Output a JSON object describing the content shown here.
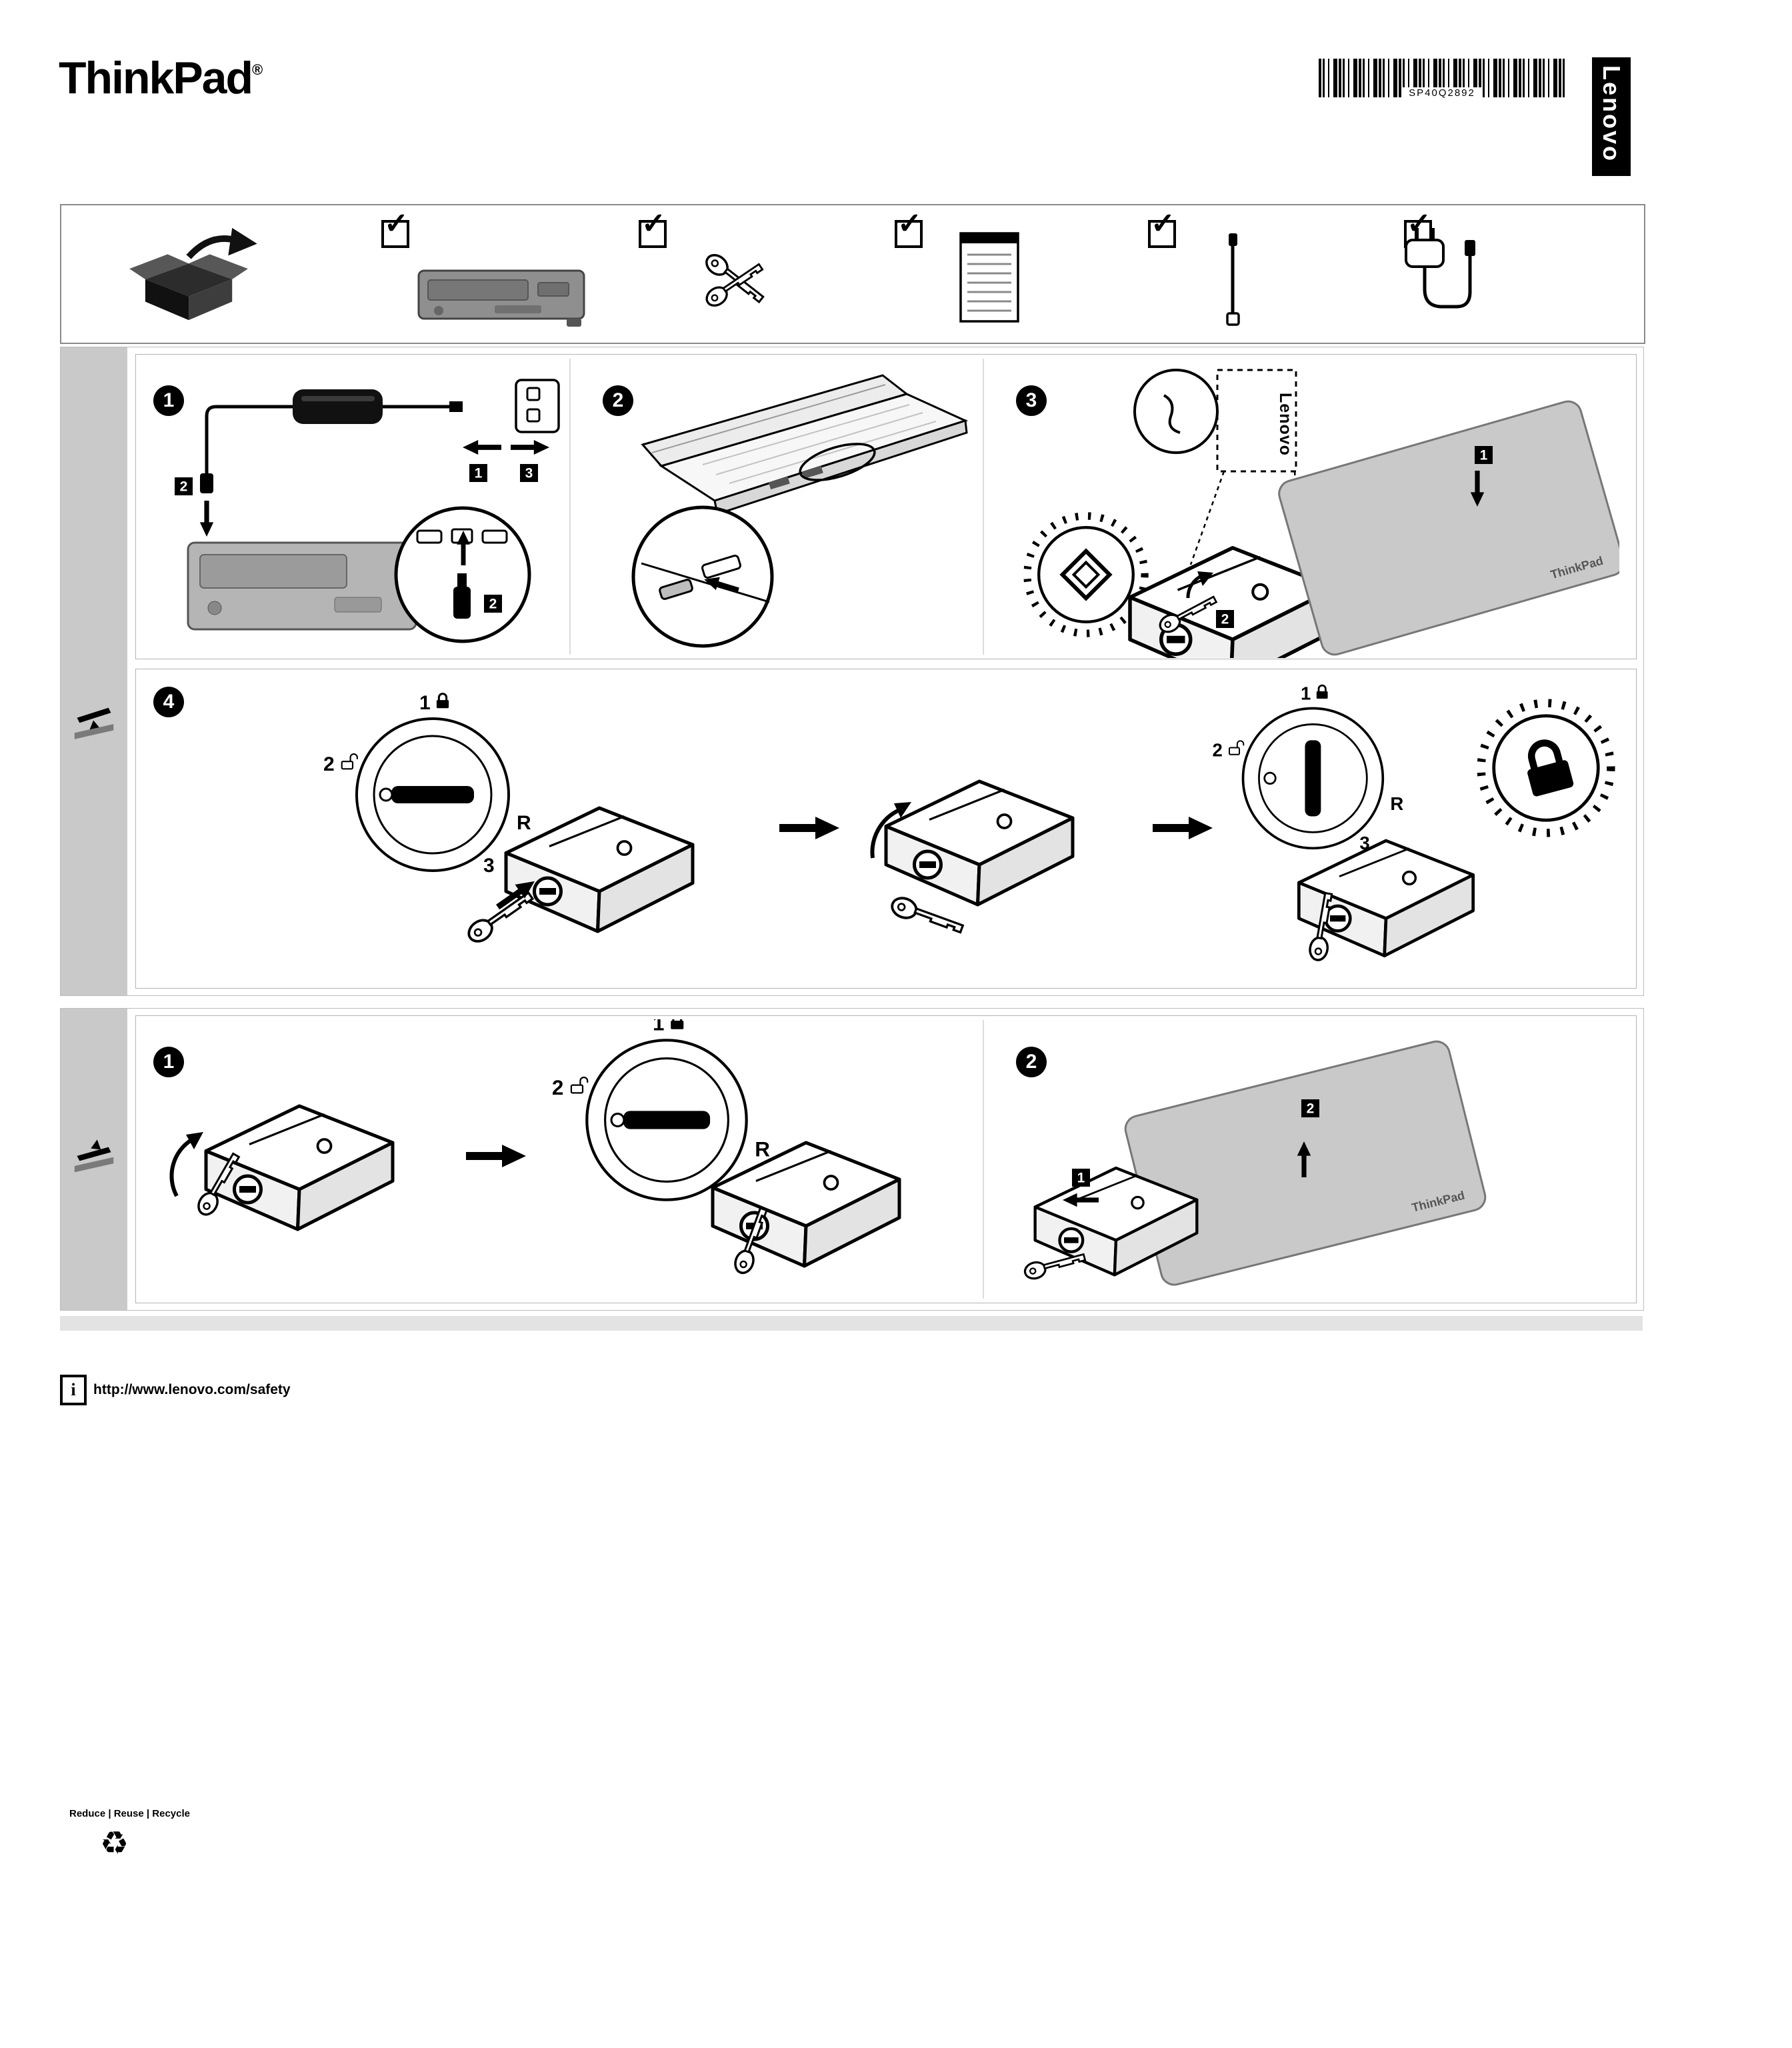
{
  "header": {
    "brand": "ThinkPad",
    "registered": "®",
    "barcode_text": "SP40Q2892",
    "lenovo_logo": "Lenovo"
  },
  "checklist": {
    "check": "✓"
  },
  "labels": {
    "badge_1": "1",
    "badge_2": "2",
    "badge_3": "3"
  },
  "dock_steps": {
    "s1": "1",
    "s2": "2",
    "s3": "3",
    "s4": "4"
  },
  "undock_steps": {
    "s1": "1",
    "s2": "2"
  },
  "key_dial": {
    "pos_lock": "1",
    "pos_unlock": "2",
    "pos_3": "3",
    "pos_r": "R"
  },
  "illustrations": {
    "dock_brand": "Lenovo",
    "laptop_brand": "ThinkPad"
  },
  "footer": {
    "info_glyph": "i",
    "safety_url": "http://www.lenovo.com/safety",
    "recycle_text": "Reduce | Reuse | Recycle",
    "recycle_glyph": "♻"
  }
}
